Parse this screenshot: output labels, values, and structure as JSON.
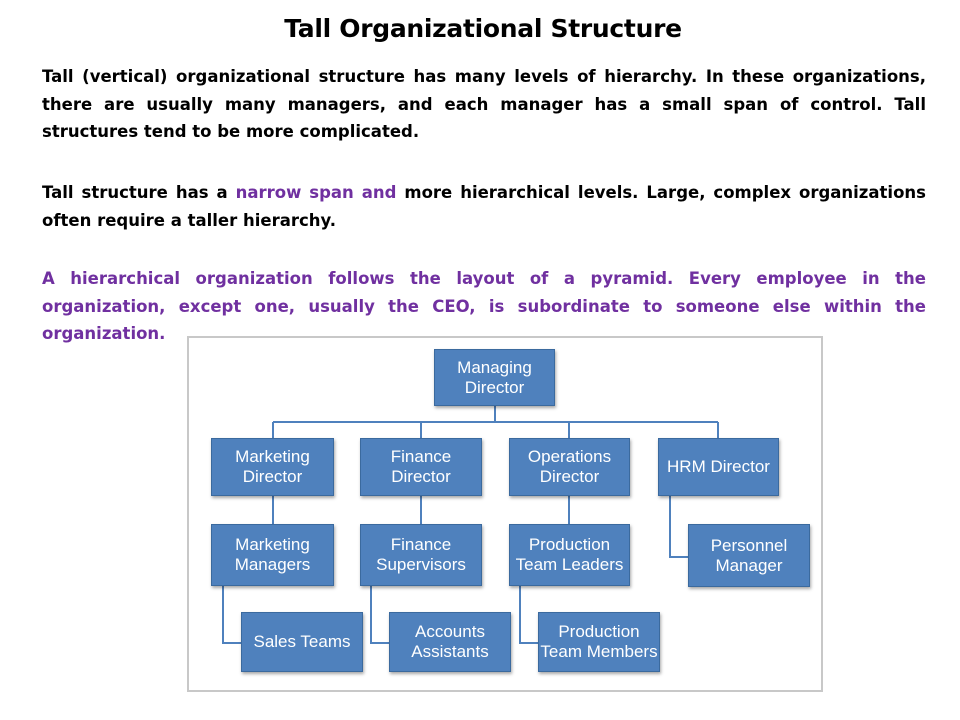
{
  "title": "Tall Organizational Structure",
  "paragraph1": "Tall (vertical) organizational structure has many levels of hierarchy. In these organizations, there are usually many managers, and each manager has a small span of control.  Tall structures tend to be more complicated.",
  "paragraph2": {
    "part1": "Tall structure has a ",
    "highlight": "narrow span and",
    "part2": " more hierarchical levels.   Large, complex organizations often require a taller hierarchy."
  },
  "paragraph3": "A hierarchical organization follows the layout of a pyramid. Every employee in the organization, except one, usually the CEO, is subordinate to someone else within the organization.",
  "colors": {
    "node_fill": "#4f81bd",
    "highlight_text": "#7030a0"
  },
  "org_chart": {
    "managing_director": "Managing\nDirector",
    "marketing_director": "Marketing\nDirector",
    "finance_director": "Finance\nDirector",
    "operations_director": "Operations\nDirector",
    "hrm_director": "HRM Director",
    "marketing_managers": "Marketing\nManagers",
    "finance_supervisors": "Finance\nSupervisors",
    "production_team_leaders": "Production\nTeam Leaders",
    "personnel_manager": "Personnel\nManager",
    "sales_teams": "Sales Teams",
    "accounts_assistants": "Accounts\nAssistants",
    "production_team_members": "Production\nTeam Members"
  }
}
